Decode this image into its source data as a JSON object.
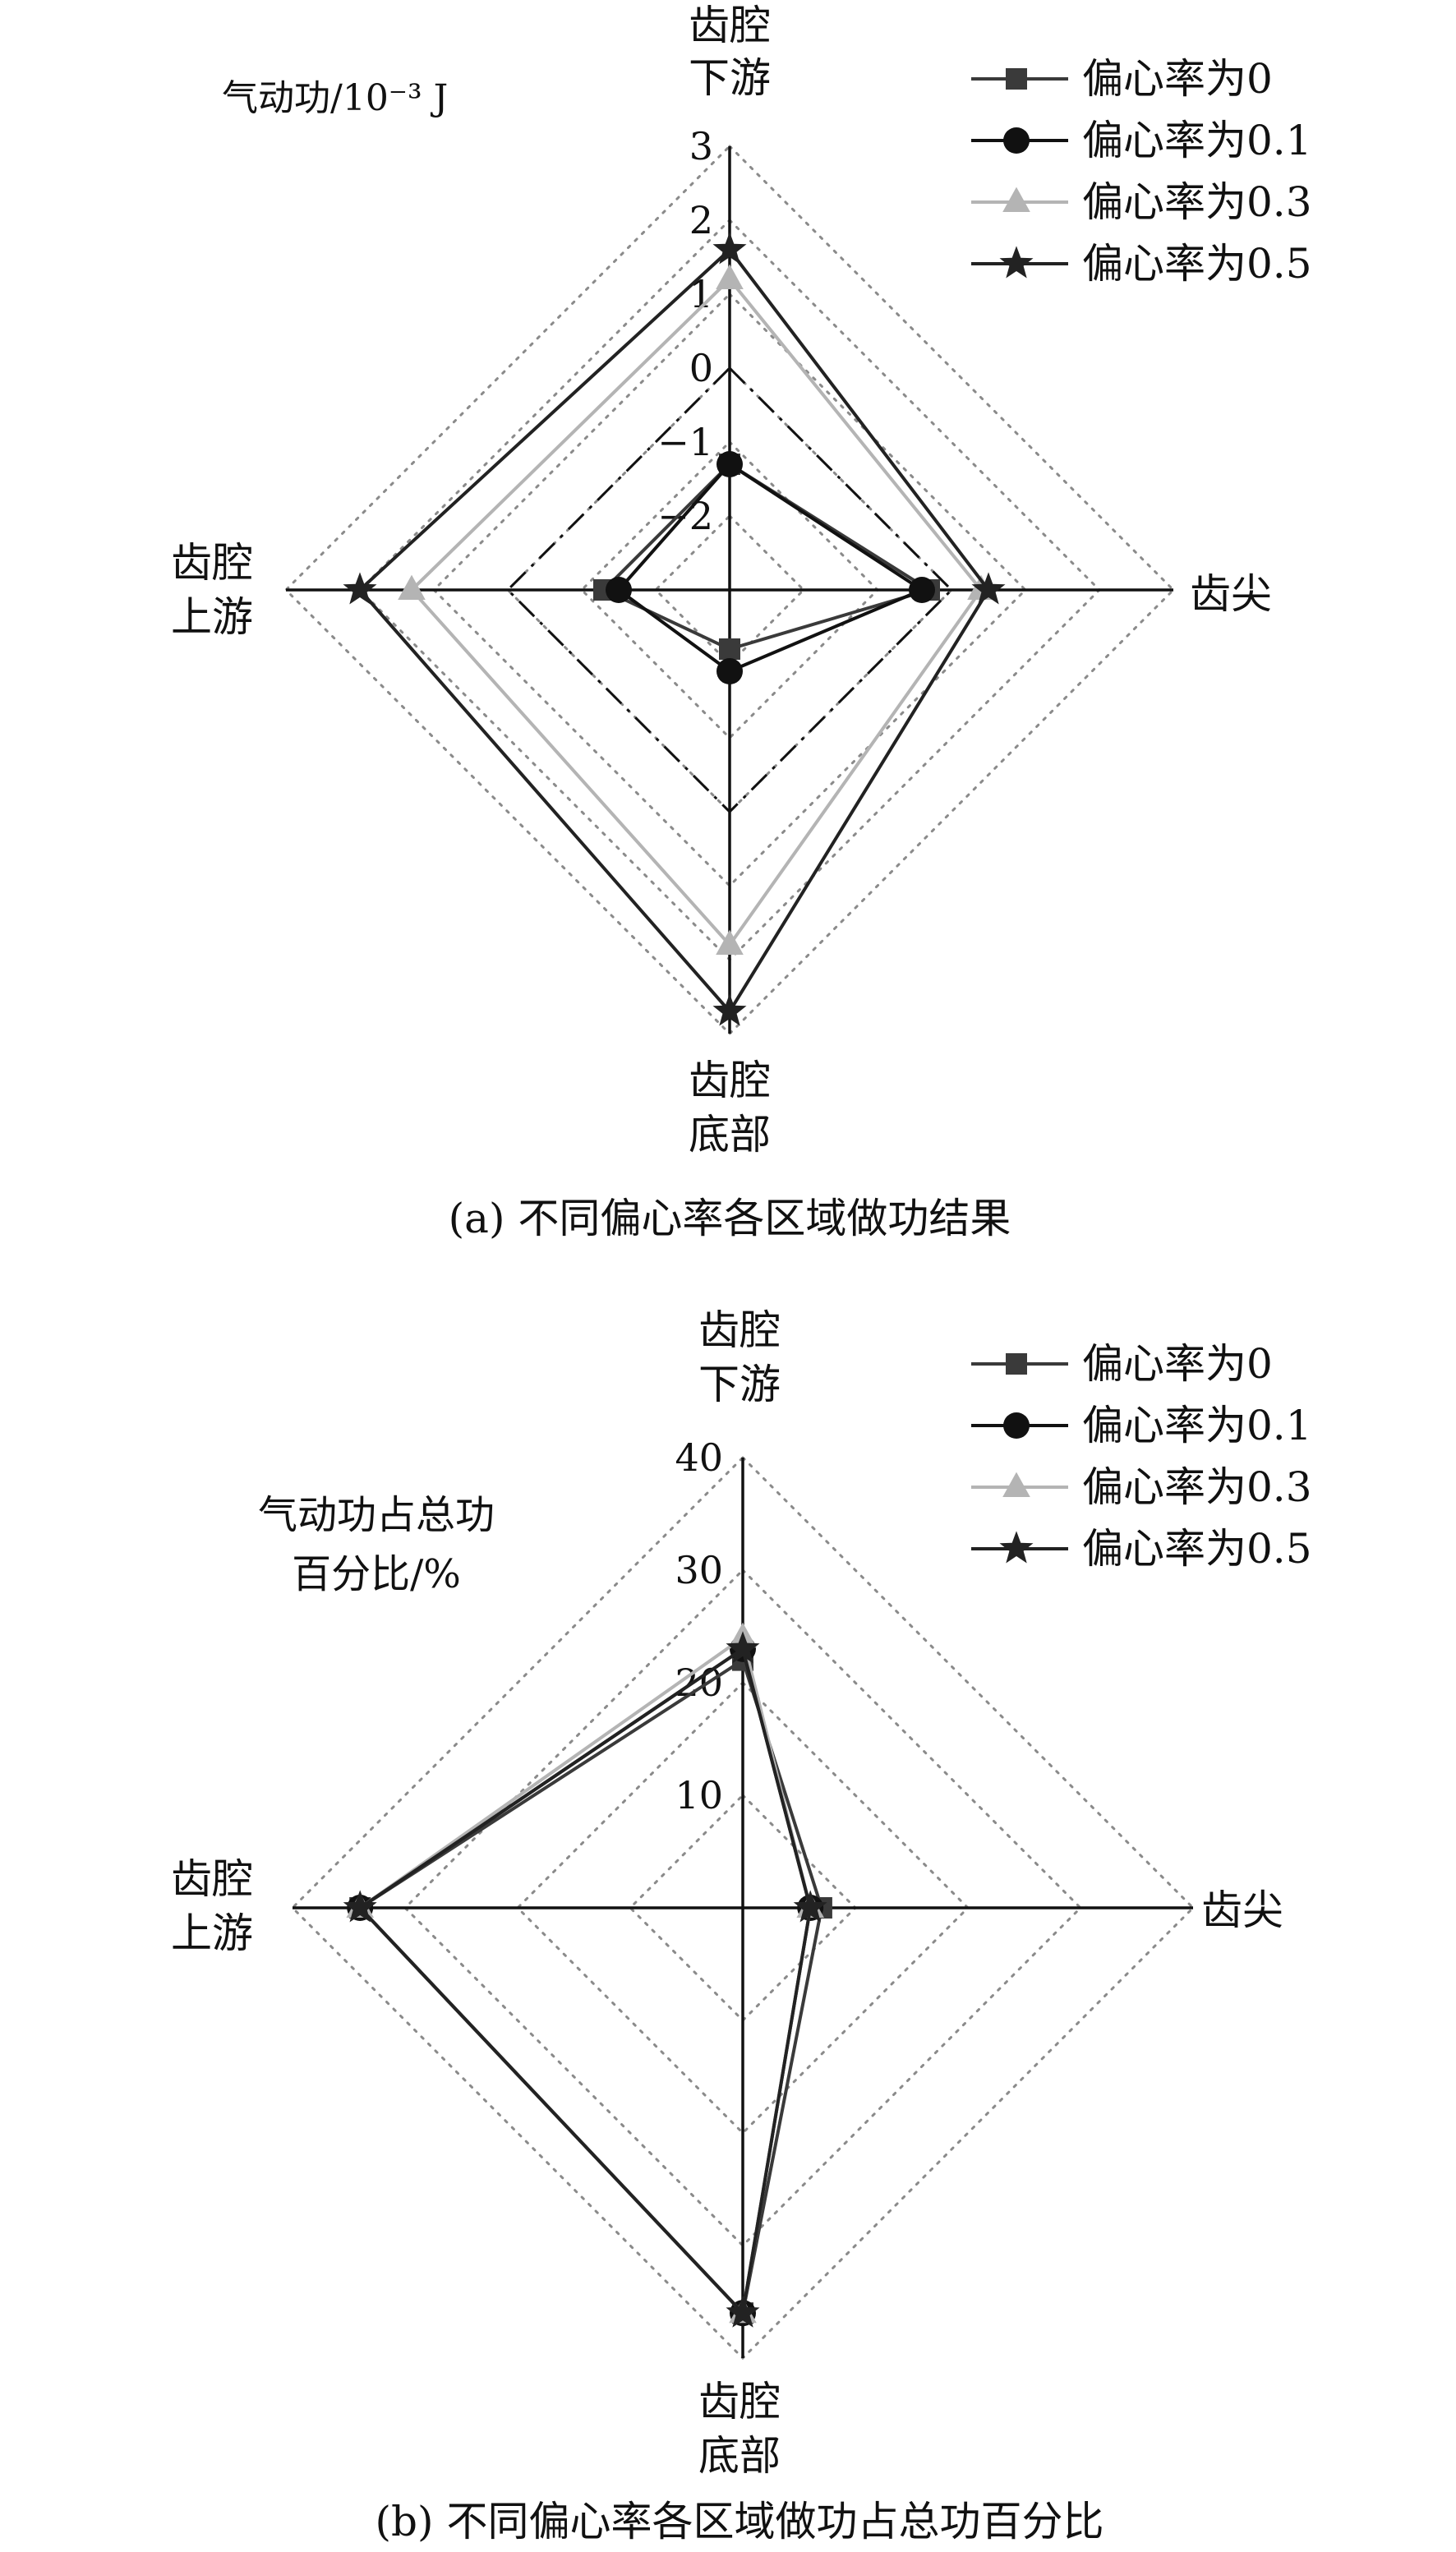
{
  "colors": {
    "series": [
      "#3a3a3a",
      "#111111",
      "#b4b4b4",
      "#222222"
    ],
    "grid": "#8a8a8a",
    "axis": "#111111",
    "text": "#111111"
  },
  "legend": {
    "entries": [
      "偏心率为0",
      "偏心率为0.1",
      "偏心率为0.3",
      "偏心率为0.5"
    ],
    "markers": [
      "square",
      "circle",
      "triangle",
      "star"
    ]
  },
  "chart_data": [
    {
      "type": "radar",
      "caption": "(a) 不同偏心率各区域做功结果",
      "unit_label": "气动功/10⁻³ J",
      "axes": [
        "齿腔下游",
        "齿尖",
        "齿腔底部",
        "齿腔上游"
      ],
      "axes_lines": [
        [
          "齿腔",
          "下游"
        ],
        [
          "齿尖"
        ],
        [
          "齿腔",
          "底部"
        ],
        [
          "齿腔",
          "上游"
        ]
      ],
      "range": [
        -3,
        3
      ],
      "ticks": [
        3,
        2,
        1,
        0,
        -1,
        -2
      ],
      "tick_labels": [
        "3",
        "2",
        "1",
        "0",
        "−1",
        "−2"
      ],
      "zero_ring": 0,
      "grid": true,
      "legend_position": "top-right",
      "series": [
        {
          "name": "偏心率为0",
          "values": [
            -1.3,
            -0.3,
            -2.2,
            -1.3
          ]
        },
        {
          "name": "偏心率为0.1",
          "values": [
            -1.3,
            -0.4,
            -1.9,
            -1.5
          ]
        },
        {
          "name": "偏心率为0.3",
          "values": [
            1.2,
            0.4,
            1.8,
            1.3
          ]
        },
        {
          "name": "偏心率为0.5",
          "values": [
            1.6,
            0.5,
            2.7,
            2.0
          ]
        }
      ]
    },
    {
      "type": "radar",
      "caption": "(b) 不同偏心率各区域做功占总功百分比",
      "unit_label_lines": [
        "气动功占总功",
        "百分比/%"
      ],
      "axes": [
        "齿腔下游",
        "齿尖",
        "齿腔底部",
        "齿腔上游"
      ],
      "axes_lines": [
        [
          "齿腔",
          "下游"
        ],
        [
          "齿尖"
        ],
        [
          "齿腔",
          "底部"
        ],
        [
          "齿腔",
          "上游"
        ]
      ],
      "range": [
        0,
        40
      ],
      "ticks": [
        40,
        30,
        20,
        10
      ],
      "tick_labels": [
        "40",
        "30",
        "20",
        "10"
      ],
      "grid": true,
      "legend_position": "top-right",
      "series": [
        {
          "name": "偏心率为0",
          "values": [
            22,
            7,
            36,
            34
          ]
        },
        {
          "name": "偏心率为0.1",
          "values": [
            23,
            6,
            36,
            34
          ]
        },
        {
          "name": "偏心率为0.3",
          "values": [
            24,
            6,
            36,
            34
          ]
        },
        {
          "name": "偏心率为0.5",
          "values": [
            23,
            6,
            36,
            34
          ]
        }
      ]
    }
  ]
}
